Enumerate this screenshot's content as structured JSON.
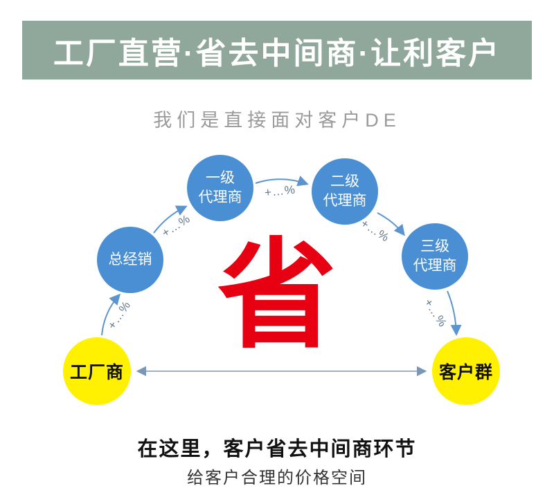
{
  "banner": {
    "title": "工厂直营·省去中间商·让利客户"
  },
  "subtitle": "我们是直接面对客户DE",
  "diagram": {
    "center_char": "省",
    "arrow_label": "+…%",
    "nodes": {
      "factory": {
        "label": "工厂商"
      },
      "general": {
        "label": "总经销"
      },
      "level1": {
        "line1": "一级",
        "line2": "代理商"
      },
      "level2": {
        "line1": "二级",
        "line2": "代理商"
      },
      "level3": {
        "line1": "三级",
        "line2": "代理商"
      },
      "customers": {
        "label": "客户群"
      }
    }
  },
  "footer": {
    "line1": "在这里，客户省去中间商环节",
    "line2": "给客户合理的价格空间"
  },
  "colors": {
    "banner_bg": "#90a79b",
    "node_blue": "#4a8fd3",
    "node_yellow": "#fff100",
    "accent_red": "#e60012",
    "arrow_blue": "#5b94cf",
    "baseline_arrow": "#7b97b5"
  }
}
